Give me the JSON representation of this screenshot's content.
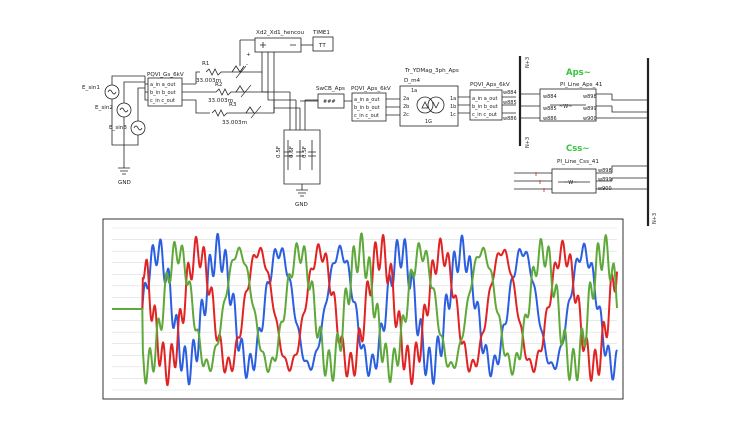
{
  "schematic": {
    "sources": [
      "E_sin1",
      "E_sin2",
      "E_sin3"
    ],
    "ground_labels": [
      "GND",
      "GND"
    ],
    "vi_gen": {
      "title": "PQVI_Gs_6kV",
      "ports": [
        "a_in a_out",
        "b_in b_out",
        "c_in c_out"
      ]
    },
    "resistors": [
      {
        "name": "R1",
        "value": "33.003m"
      },
      {
        "name": "R2",
        "value": "33.003m"
      },
      {
        "name": "R3",
        "value": "33.003m"
      }
    ],
    "switch_block": {
      "title": "Xd2_Xd1_hencou",
      "inputs": [
        "+",
        "-"
      ]
    },
    "timer": {
      "title": "TIME1",
      "value": "TT"
    },
    "capacitor_labels": [
      "0.5F",
      "0.5F",
      "0.5F"
    ],
    "breaker": {
      "title": "SwCB_Aps",
      "body": "###"
    },
    "vi_aps": {
      "title": "PQVI_Aps_6kV",
      "ports": [
        "a_in a_out",
        "b_in b_out",
        "c_in c_out"
      ]
    },
    "transformer": {
      "title": "Tr_YDMag_3ph_Aps",
      "subtitle": "D_m4",
      "left_ports": [
        "1a",
        "2a",
        "2b",
        "2c"
      ],
      "right_ports": [
        "1a",
        "1b",
        "1c"
      ],
      "bottom": "1G"
    },
    "vi_out": {
      "title": "PQVI_Aps_6kV",
      "ports": [
        "a_in a_out",
        "b_in b_out",
        "c_in c_out"
      ]
    },
    "out_nodes": [
      "w884",
      "w885",
      "w886"
    ],
    "bus_labels": [
      "N+3",
      "N+3",
      "N+3"
    ],
    "aps": {
      "label": "Aps~",
      "block": "PI_Line_Aps_41",
      "left_nodes": [
        "w884",
        "w885",
        "w886"
      ],
      "right_nodes": [
        "w898",
        "w899",
        "w900"
      ],
      "body": "~W~"
    },
    "css": {
      "label": "Css~",
      "block": "PI_Line_Css_41",
      "right_nodes": [
        "w898",
        "w899",
        "w900"
      ],
      "body": "~W~"
    },
    "colors": {
      "line": "#222222",
      "green_label": "#36c43c"
    }
  },
  "chart_data": {
    "type": "line",
    "x": [
      0,
      0.1,
      0.2,
      0.3,
      0.4,
      0.5,
      0.6,
      0.7,
      0.8,
      0.9,
      1.0
    ],
    "xlim": [
      0,
      1
    ],
    "ylim": [
      -1.4,
      1.4
    ],
    "grid": true,
    "legend": "none",
    "series": [
      {
        "color": "#2b5fe0",
        "phase_deg": 0
      },
      {
        "color": "#e02424",
        "phase_deg": 120
      },
      {
        "color": "#5fa83a",
        "phase_deg": 240
      }
    ]
  }
}
